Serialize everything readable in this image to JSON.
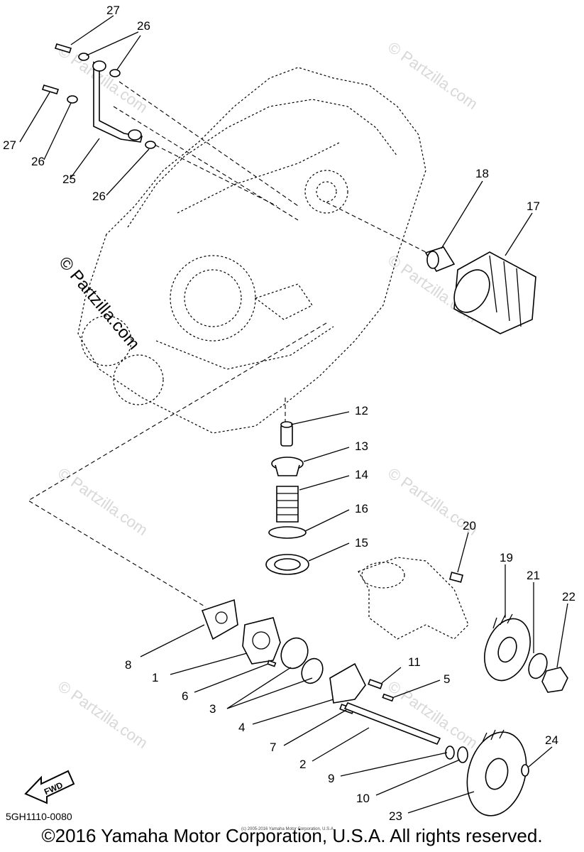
{
  "watermark": {
    "text": "© Partzilla.com",
    "emphasized_text": "© Partzilla.com"
  },
  "diagram_code": "5GH1110-0080",
  "fwd_label": "FWD",
  "copyright": "©2016 Yamaha Motor Corporation, U.S.A. All rights reserved.",
  "small_copyright": "(c) 2005-2016 Yamaha Motor Corporation, U.S.A.",
  "callouts": {
    "p1": "1",
    "p2": "2",
    "p3": "3",
    "p4": "4",
    "p5": "5",
    "p6": "6",
    "p7": "7",
    "p8": "8",
    "p9": "9",
    "p10": "10",
    "p11": "11",
    "p12": "12",
    "p13": "13",
    "p14": "14",
    "p15": "15",
    "p16": "16",
    "p17": "17",
    "p18": "18",
    "p19": "19",
    "p20": "20",
    "p21": "21",
    "p22": "22",
    "p23": "23",
    "p24": "24",
    "p25": "25",
    "p26a": "26",
    "p26b": "26",
    "p26c": "26",
    "p27a": "27",
    "p27b": "27"
  }
}
